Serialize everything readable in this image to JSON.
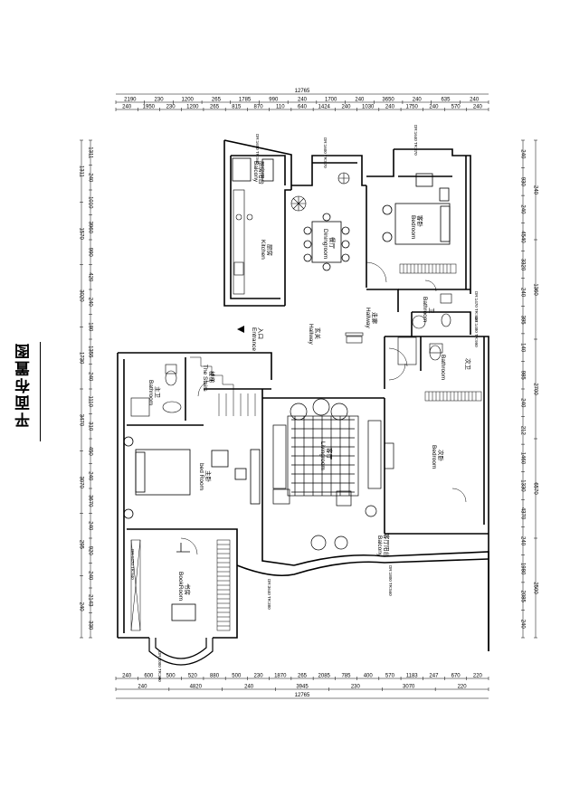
{
  "title": "平面布置图",
  "dims": {
    "top_total": "12765",
    "top_row1": [
      "2190",
      "230",
      "1200",
      "265",
      "1785",
      "990",
      "240",
      "1700",
      "240",
      "3650",
      "240",
      "635",
      "240"
    ],
    "top_row2": [
      "240",
      "1950",
      "230",
      "1200",
      "265",
      "815",
      "870",
      "110",
      "640",
      "1424",
      "240",
      "1030",
      "240",
      "1750",
      "240",
      "570",
      "240"
    ],
    "bottom_row1": [
      "240",
      "600",
      "500",
      "520",
      "880",
      "500",
      "230",
      "1870",
      "265",
      "2085",
      "785",
      "400",
      "570",
      "1183",
      "247",
      "670",
      "220"
    ],
    "bottom_row2": [
      "240",
      "4820",
      "240",
      "3945",
      "230",
      "3070",
      "220"
    ],
    "bottom_total": "12765",
    "left_row1": [
      "1311",
      "240",
      "1010",
      "3960",
      "990",
      "420",
      "240",
      "180",
      "1355",
      "240",
      "1110",
      "310",
      "450",
      "240",
      "3670",
      "240",
      "920",
      "240",
      "2143",
      "330"
    ],
    "left_row2": [
      "1311",
      "1570",
      "3020",
      "1730",
      "3470",
      "3070",
      "295",
      "240"
    ],
    "right_row1": [
      "240",
      "930",
      "240",
      "4540",
      "3320",
      "240",
      "395",
      "140",
      "985",
      "240",
      "212",
      "1460",
      "1330",
      "4370",
      "240",
      "1980",
      "2085",
      "240"
    ],
    "right_row2": [
      "240",
      "1360",
      "2700",
      "6570",
      "2500"
    ]
  },
  "rooms": {
    "balcony_top": {
      "cn": "厨房阳台",
      "en": "Balcony"
    },
    "kitchen": {
      "cn": "厨房",
      "en": "Kitchen"
    },
    "dining": {
      "cn": "餐厅",
      "en": "Diningroom"
    },
    "bedroom_master_r": {
      "cn": "客卧",
      "en": "Bedroom"
    },
    "hallway": {
      "cn": "走廊",
      "en": "Hallway"
    },
    "bath_small": {
      "cn": "卫",
      "en": "Bathroom"
    },
    "entrance": {
      "cn": "入口",
      "en": "Entrance"
    },
    "hallway2": {
      "cn": "玄关",
      "en": "Hallway"
    },
    "bath_right": {
      "cn": "次卫",
      "en": "Bathroom"
    },
    "bedroom_second": {
      "cn": "次卧",
      "en": "Bedroom"
    },
    "stairs": {
      "cn": "楼梯",
      "en": "The Stairs"
    },
    "bath_left": {
      "cn": "主卫",
      "en": "Bathroom"
    },
    "living": {
      "cn": "客厅",
      "en": "Livingroom"
    },
    "bedroom_main": {
      "cn": "主卧",
      "en": "bed Room"
    },
    "balcony_living": {
      "cn": "客厅阳台",
      "en": "Balcony"
    },
    "bookroom": {
      "cn": "书房",
      "en": "BookRoom"
    }
  },
  "notes": {
    "n1": "DR:1650  TR:940",
    "n2": "DR:1600  TR:870",
    "n3": "DR:1640  TR:870",
    "n4": "DR:1470  TR:940",
    "n5": "DR:1480  TR:990",
    "n6": "DR:1470  TR:940",
    "n7": "DR:3640  TR:380",
    "n8": "DR:1800  TR:560",
    "n9": "DR:2000  TR:380"
  }
}
